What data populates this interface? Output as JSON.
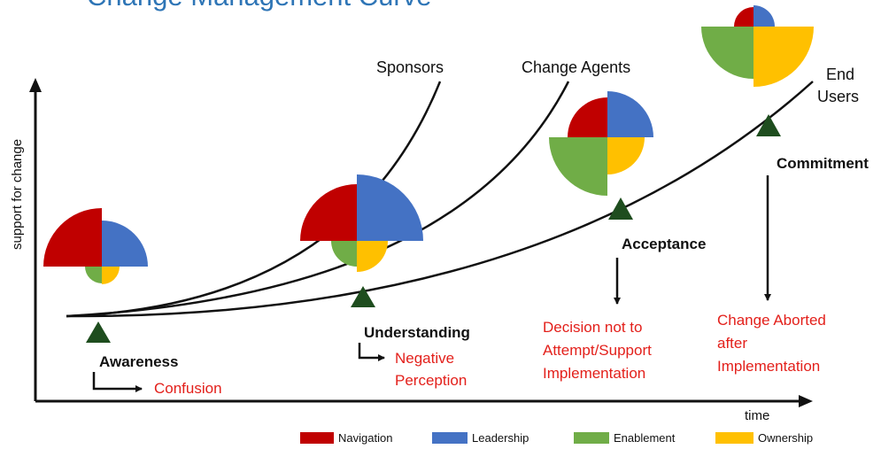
{
  "title": "Change Management Curve",
  "axes": {
    "y_label": "support for change",
    "x_label": "time"
  },
  "curves": [
    "Sponsors",
    "Change Agents",
    "End",
    "Users"
  ],
  "stages": {
    "awareness": {
      "label": "Awareness",
      "outcome": "Confusion"
    },
    "understanding": {
      "label": "Understanding",
      "outcome": [
        "Negative",
        "Perception"
      ]
    },
    "acceptance": {
      "label": "Acceptance",
      "outcome": [
        "Decision not to",
        "Attempt/Support",
        "Implementation"
      ]
    },
    "commitment": {
      "label": "Commitment",
      "outcome": [
        "Change Aborted",
        "after",
        "Implementation"
      ]
    }
  },
  "legend": [
    {
      "label": "Navigation",
      "color": "#c00000"
    },
    {
      "label": "Leadership",
      "color": "#4472c4"
    },
    {
      "label": "Enablement",
      "color": "#70ad47"
    },
    {
      "label": "Ownership",
      "color": "#ffc000"
    }
  ],
  "colors": {
    "title": "#2e75b6",
    "marker": "#1e4d1e",
    "negative_text": "#e3201b"
  }
}
